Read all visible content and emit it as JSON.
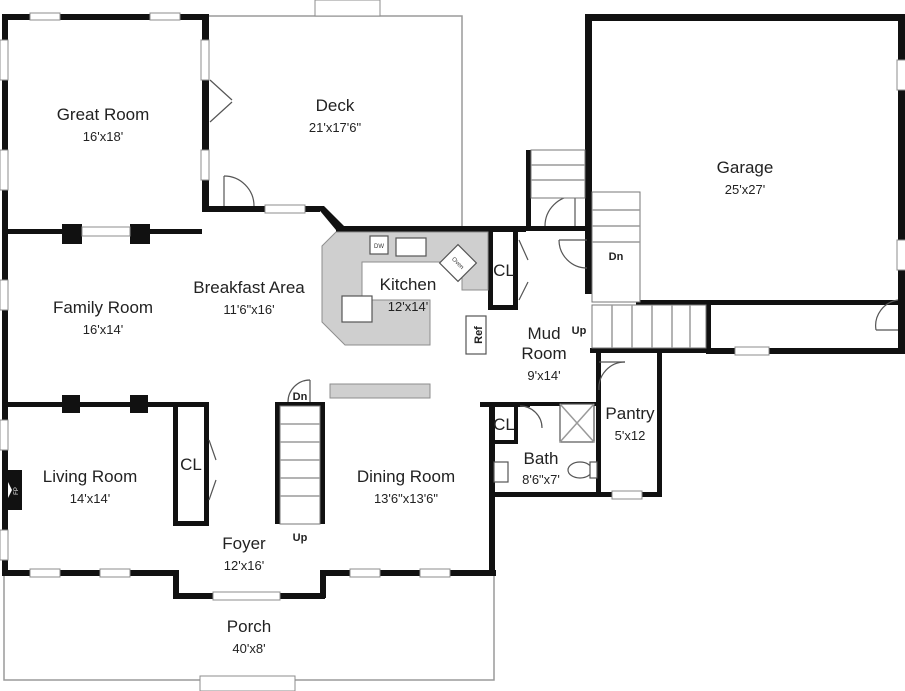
{
  "rooms": {
    "great_room": {
      "name": "Great Room",
      "dim": "16'x18'"
    },
    "deck": {
      "name": "Deck",
      "dim": "21'x17'6\""
    },
    "garage": {
      "name": "Garage",
      "dim": "25'x27'"
    },
    "breakfast": {
      "name": "Breakfast Area",
      "dim": "11'6\"x16'"
    },
    "kitchen": {
      "name": "Kitchen",
      "dim": "12'x14'"
    },
    "family_room": {
      "name": "Family Room",
      "dim": "16'x14'"
    },
    "mud_room": {
      "name_line1": "Mud",
      "name_line2": "Room",
      "dim": "9'x14'"
    },
    "living_room": {
      "name": "Living Room",
      "dim": "14'x14'"
    },
    "dining_room": {
      "name": "Dining Room",
      "dim": "13'6\"x13'6\""
    },
    "pantry": {
      "name": "Pantry",
      "dim": "5'x12"
    },
    "bath": {
      "name": "Bath",
      "dim": "8'6\"x7'"
    },
    "foyer": {
      "name": "Foyer",
      "dim": "12'x16'"
    },
    "porch": {
      "name": "Porch",
      "dim": "40'x8'"
    }
  },
  "labels": {
    "closet": "CL",
    "up": "Up",
    "down": "Dn",
    "fireplace": "FP",
    "dishwasher": "DW",
    "oven": "Oven",
    "ref": "Ref"
  }
}
